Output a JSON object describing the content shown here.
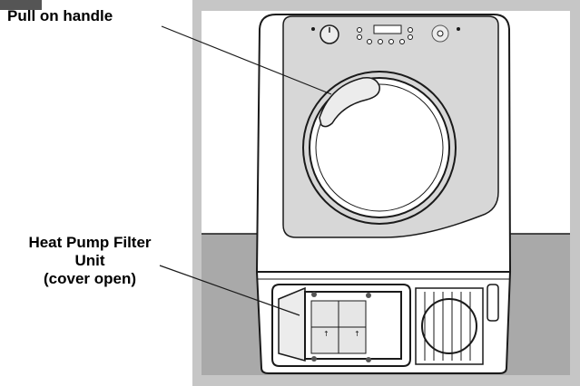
{
  "labels": {
    "pull_on_handle": "Pull on handle",
    "heat_pump_filter": [
      "Heat Pump Filter",
      "Unit",
      "(cover open)"
    ]
  },
  "colors": {
    "wall": "#c6c6c6",
    "floor": "#a9a9a9",
    "panel": "#d7d7d7",
    "machine": "#ffffff",
    "outline": "#1a1a1a",
    "header_tab": "#555555"
  }
}
